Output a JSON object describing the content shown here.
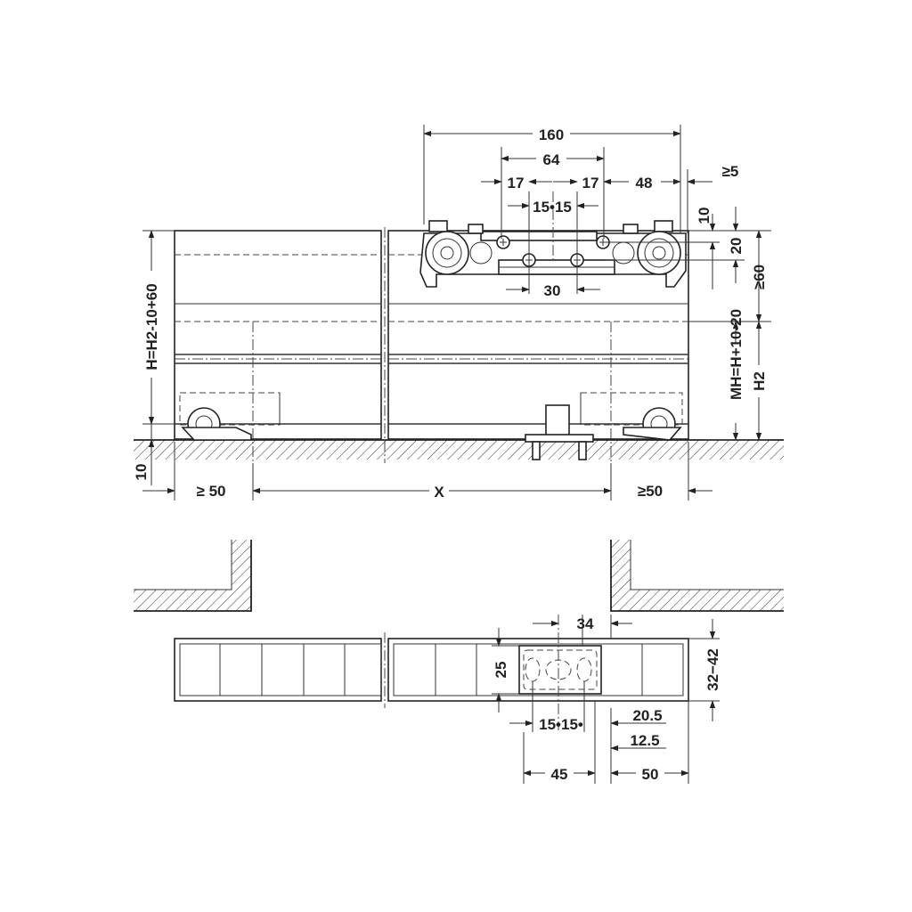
{
  "labels": {
    "d160": "160",
    "d64": "64",
    "d17a": "17",
    "d17b": "17",
    "d48": "48",
    "d5": "≥5",
    "d1515top": "15•15",
    "d10r": "10",
    "d20": "20",
    "d30": "30",
    "d60": "≥60",
    "dH": "H=H2-10+60",
    "dMH": "MH=H+10-20",
    "dH2": "H2",
    "d10l": "10",
    "d50l": "≥ 50",
    "dX": "X",
    "d50r": "≥50",
    "d34": "34",
    "d25": "25",
    "d3242": "32−42",
    "d1515bot": "15•15•",
    "d205": "20.5",
    "d125": "12.5",
    "d45": "45",
    "d50b": "50"
  }
}
